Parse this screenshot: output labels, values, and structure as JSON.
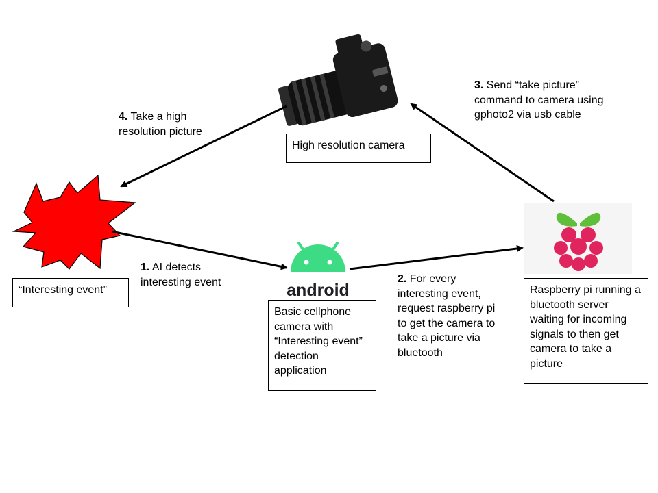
{
  "nodes": {
    "event": {
      "text": "“Interesting event”"
    },
    "phone": {
      "text": "Basic cellphone camera with “Interesting event” detection application",
      "logo_text": "android"
    },
    "pi": {
      "text": "Raspberry pi running a bluetooth server waiting for incoming signals to then get camera to take a picture"
    },
    "camera": {
      "text": "High resolution camera"
    }
  },
  "steps": [
    {
      "num": "1.",
      "text": "AI detects interesting event"
    },
    {
      "num": "2.",
      "text": "For every interesting event, request raspberry pi to get the camera to take a picture via bluetooth"
    },
    {
      "num": "3.",
      "text": "Send “take picture” command to camera using gphoto2 via usb cable"
    },
    {
      "num": "4.",
      "text": "Take a high resolution picture"
    }
  ],
  "colors": {
    "burst": "#ff0000",
    "android_green": "#3ddc84",
    "android_text": "#202124",
    "raspberry": "#e0245e",
    "leaf": "#5fbf3a"
  },
  "icons": [
    "burst-icon",
    "android-logo-icon",
    "raspberry-pi-logo-icon",
    "dslr-camera-icon"
  ]
}
